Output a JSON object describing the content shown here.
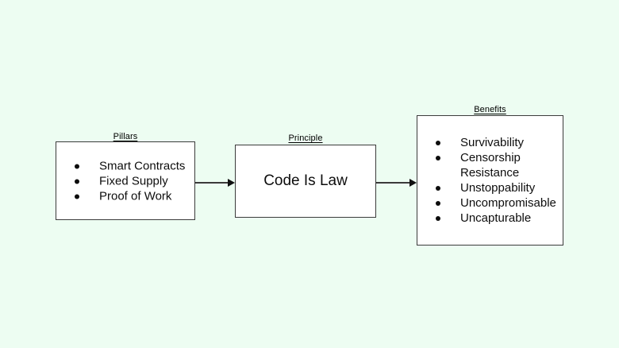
{
  "diagram": {
    "background_color": "#edfdf2",
    "box_fill": "#ffffff",
    "box_border_color": "#3b3b3b",
    "connector_color": "#3b3b3b",
    "nodes": [
      {
        "label": "Pillars",
        "items": [
          "Smart Contracts",
          "Fixed Supply",
          "Proof of Work"
        ]
      },
      {
        "label": "Principle",
        "text": "Code Is Law"
      },
      {
        "label": "Benefits",
        "items": [
          "Survivability",
          "Censorship Resistance",
          "Unstoppability",
          "Uncompromisable",
          "Uncapturable"
        ]
      }
    ]
  }
}
